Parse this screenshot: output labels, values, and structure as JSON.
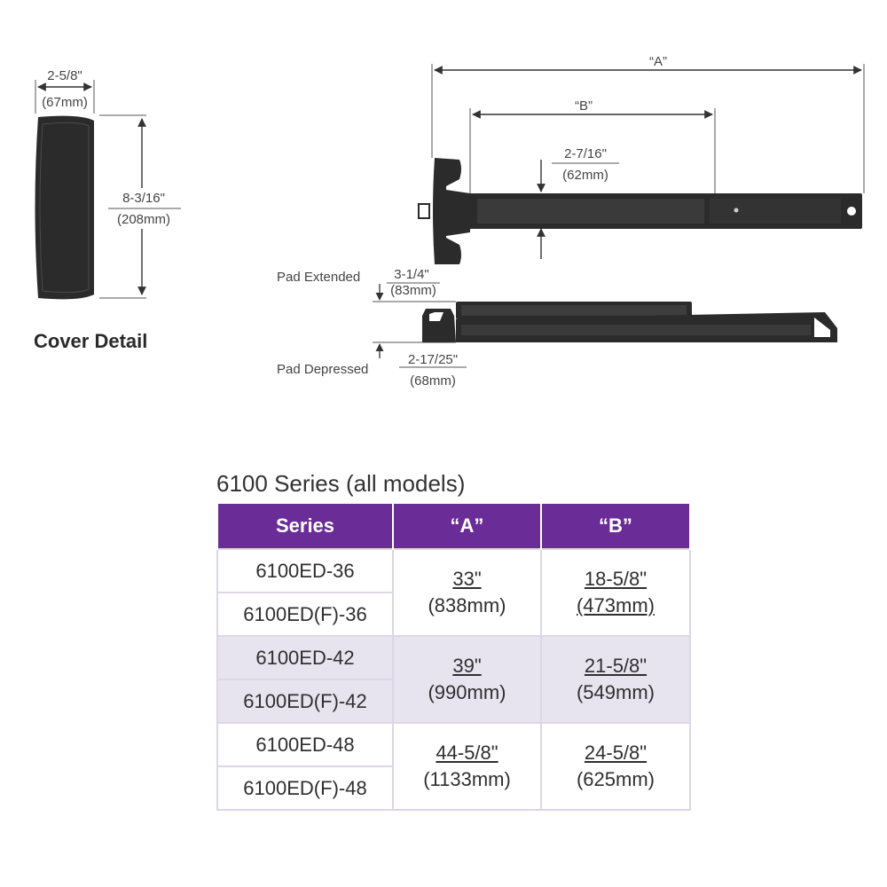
{
  "cover_detail": {
    "heading": "Cover Detail",
    "width_in": "2-5/8\"",
    "width_mm": "(67mm)",
    "height_in": "8-3/16\"",
    "height_mm": "(208mm)"
  },
  "side_view": {
    "dim_a": "“A”",
    "dim_b": "“B”",
    "height_in": "2-7/16\"",
    "height_mm": "(62mm)"
  },
  "top_view": {
    "pad_extended_label": "Pad Extended",
    "pad_extended_in": "3-1/4\"",
    "pad_extended_mm": "(83mm)",
    "pad_depressed_label": "Pad Depressed",
    "pad_depressed_in": "2-17/25\"",
    "pad_depressed_mm": "(68mm)"
  },
  "table": {
    "title": "6100 Series (all models)",
    "headers": [
      "Series",
      "“A”",
      "“B”"
    ],
    "groups": [
      {
        "models": [
          "6100ED-36",
          "6100ED(F)-36"
        ],
        "a_in": "33\"",
        "a_mm": "(838mm)",
        "b_in": "18-5/8\"",
        "b_mm": "(473mm)"
      },
      {
        "models": [
          "6100ED-42",
          "6100ED(F)-42"
        ],
        "a_in": "39\"",
        "a_mm": "(990mm)",
        "b_in": "21-5/8\"",
        "b_mm": "(549mm)"
      },
      {
        "models": [
          "6100ED-48",
          "6100ED(F)-48"
        ],
        "a_in": "44-5/8\"",
        "a_mm": "(1133mm)",
        "b_in": "24-5/8\"",
        "b_mm": "(625mm)"
      }
    ]
  },
  "colors": {
    "header_purple": "#6a2c96",
    "shaded_row": "#e8e4ef",
    "hardware_dark": "#2b2b2b"
  }
}
